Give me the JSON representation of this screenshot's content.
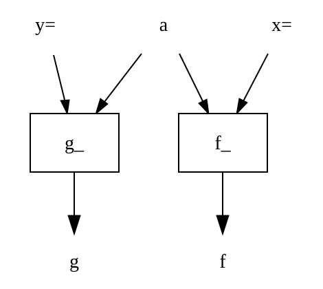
{
  "nodes": {
    "y_input": "y=",
    "a_input": "a",
    "x_input": "x=",
    "g_func": "g_",
    "f_func": "f_",
    "g_output": "g",
    "f_output": "f"
  },
  "edges": [
    {
      "from": "y=",
      "to": "g_"
    },
    {
      "from": "a",
      "to": "g_"
    },
    {
      "from": "a",
      "to": "f_"
    },
    {
      "from": "x=",
      "to": "f_"
    },
    {
      "from": "g_",
      "to": "g"
    },
    {
      "from": "f_",
      "to": "f"
    }
  ],
  "colors": {
    "stroke": "#000000",
    "background": "#ffffff"
  }
}
